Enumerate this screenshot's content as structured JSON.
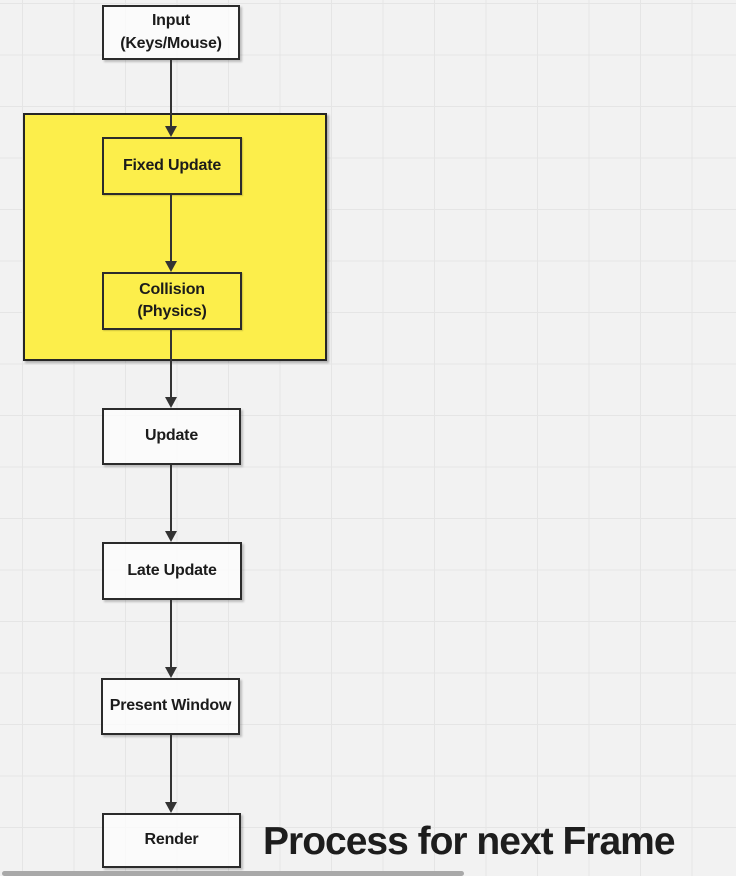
{
  "diagram": {
    "nodes": {
      "input": {
        "label": "Input\n(Keys/Mouse)"
      },
      "fixed_update": {
        "label": "Fixed Update"
      },
      "collision": {
        "label": "Collision\n(Physics)"
      },
      "update": {
        "label": "Update"
      },
      "late_update": {
        "label": "Late Update"
      },
      "present_window": {
        "label": "Present Window"
      },
      "render": {
        "label": "Render"
      }
    },
    "caption": "Process for next Frame",
    "colors": {
      "highlight_group_fill": "#fcee4b",
      "shape_border": "#2b2b2b",
      "edge": "#333333",
      "canvas_background": "#f2f2f2",
      "grid_line": "#e5e5e5",
      "text": "#1b1b1b",
      "scrollbar_thumb": "#a9a9a9"
    }
  }
}
